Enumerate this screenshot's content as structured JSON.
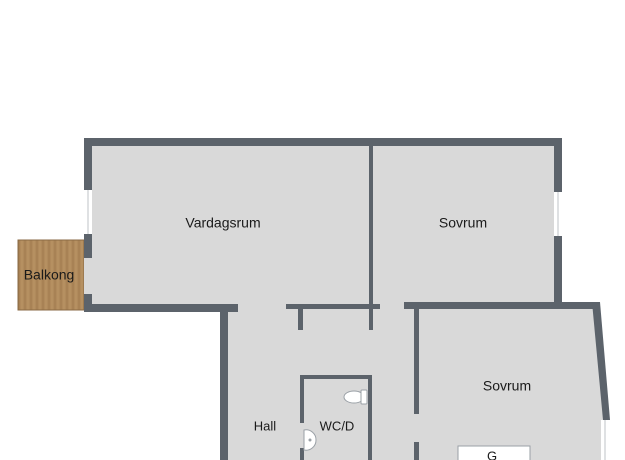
{
  "floorplan": {
    "rooms": [
      {
        "id": "living",
        "label": "Vardagsrum"
      },
      {
        "id": "bedroom1",
        "label": "Sovrum"
      },
      {
        "id": "bedroom2",
        "label": "Sovrum"
      },
      {
        "id": "balcony",
        "label": "Balkong"
      },
      {
        "id": "hall",
        "label": "Hall"
      },
      {
        "id": "wc",
        "label": "WC/D"
      }
    ],
    "fixtures": [
      {
        "id": "wardrobe",
        "label": "G"
      }
    ],
    "colors": {
      "wall": "#5c636b",
      "floor": "#d9d9d9",
      "balcony": "#b08a5c",
      "window": "#ffffff",
      "fixture": "#ffffff"
    }
  }
}
